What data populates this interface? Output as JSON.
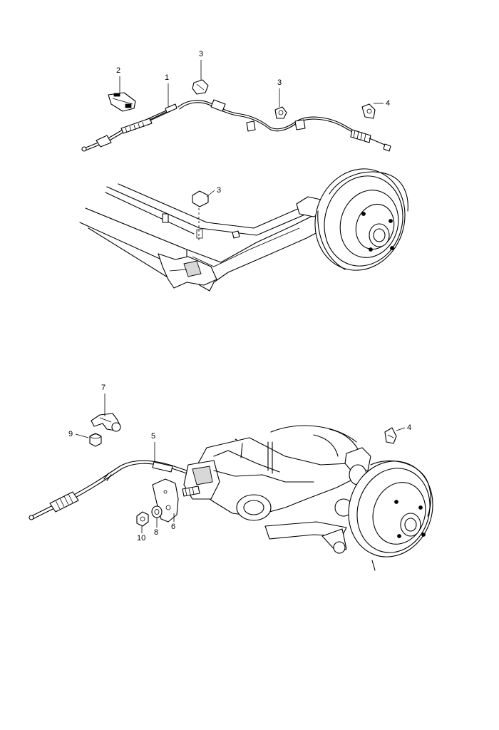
{
  "callouts": {
    "upper": {
      "c2": "2",
      "c1": "1",
      "c3a": "3",
      "c3b": "3",
      "c4": "4",
      "c3c": "3"
    },
    "lower": {
      "c7": "7",
      "c9": "9",
      "c5": "5",
      "c4": "4",
      "c10": "10",
      "c8": "8",
      "c6": "6"
    }
  }
}
